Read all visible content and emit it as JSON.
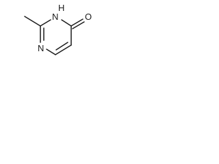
{
  "molecule": {
    "atoms": {
      "nh_n": "N",
      "nh_h": "H",
      "n_ring": "N",
      "o": "O"
    },
    "bond_color": "#1a1a1a",
    "background": "#ffffff"
  }
}
